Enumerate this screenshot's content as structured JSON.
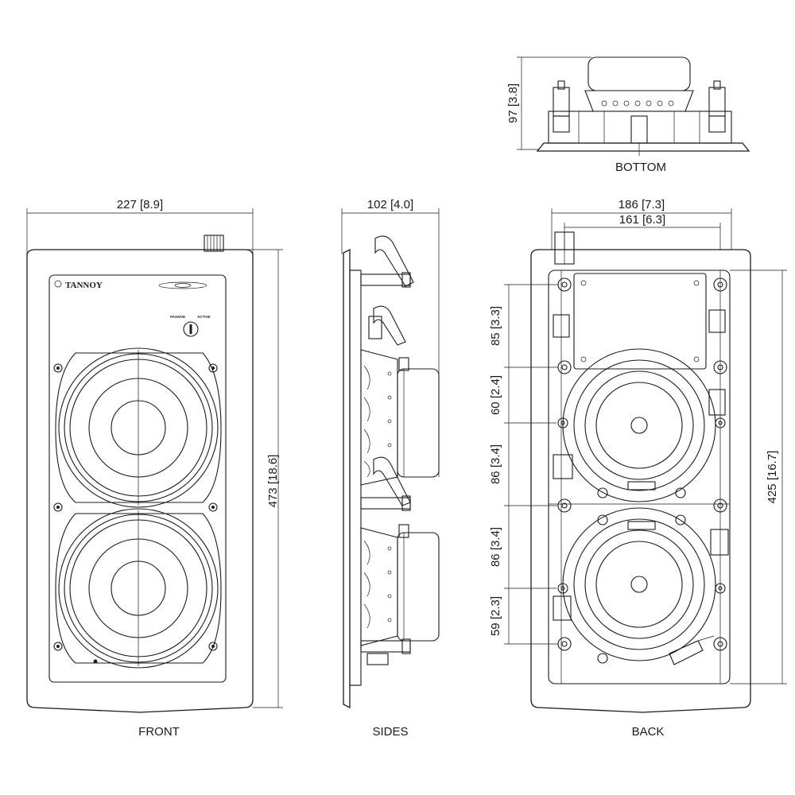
{
  "views": {
    "front": {
      "caption": "FRONT",
      "width_dim": "227 [8.9]",
      "height_dim": "473 [18.6]",
      "brand": "TANNOY",
      "switch_left": "PASSIVE",
      "switch_right": "ACTIVE"
    },
    "sides": {
      "caption": "SIDES",
      "depth_dim": "102 [4.0]"
    },
    "back": {
      "caption": "BACK",
      "outer_width_dim": "186 [7.3]",
      "inner_width_dim": "161 [6.3]",
      "total_height_dim": "425 [16.7]",
      "spacing_dims": [
        "85 [3.3]",
        "60 [2.4]",
        "86 [3.4]",
        "86 [3.4]",
        "59 [2.3]"
      ]
    },
    "bottom": {
      "caption": "BOTTOM",
      "height_dim": "97 [3.8]"
    }
  }
}
